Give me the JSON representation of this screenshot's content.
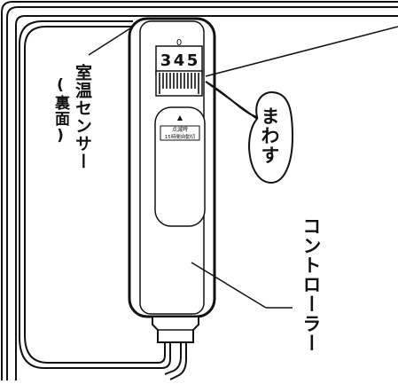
{
  "labels": {
    "sensor_main": "室温センサー",
    "sensor_sub": "(裏面)",
    "controller": "コントローラー",
    "turn": "まわす"
  },
  "dial": {
    "top_mark": "0",
    "digits": [
      "3",
      "4",
      "5"
    ]
  },
  "panel": {
    "arrow": "▲",
    "line1": "点滅時",
    "line2": "15時間自動切"
  },
  "colors": {
    "line": "#111111",
    "fill": "#ffffff"
  }
}
